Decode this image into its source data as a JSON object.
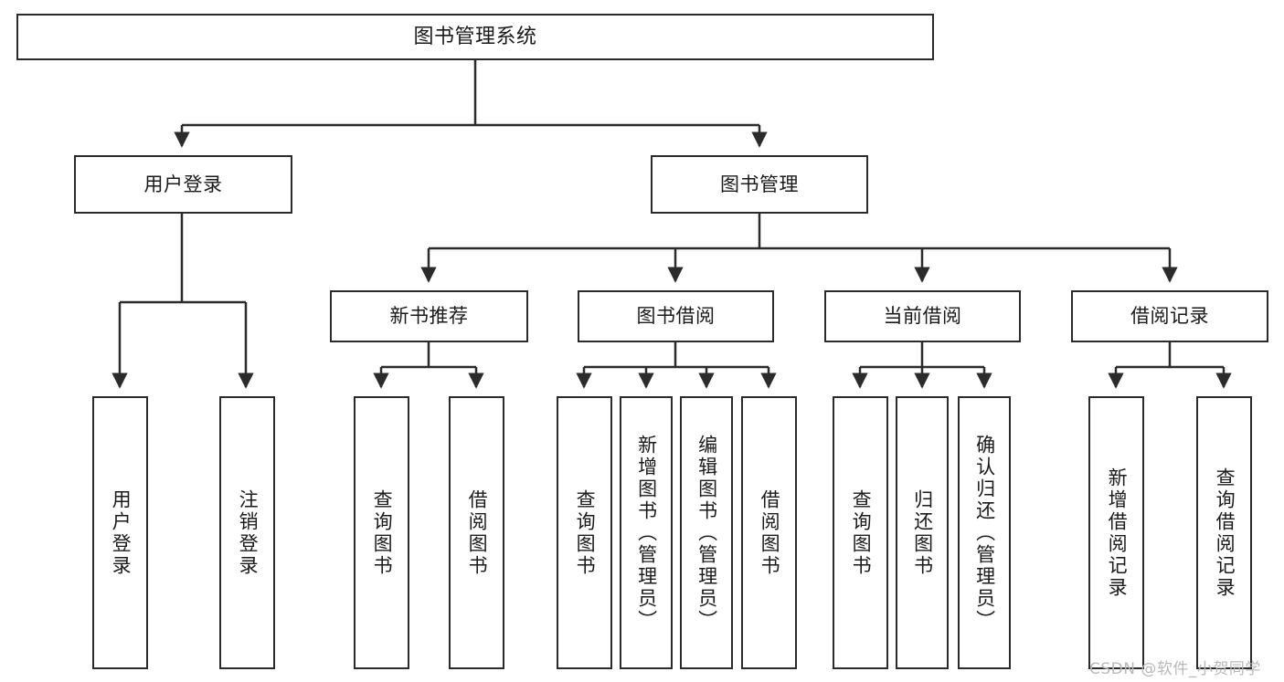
{
  "diagram": {
    "title": "图书管理系统",
    "type": "tree-hierarchy-chart",
    "accent_color": "#2b2b2b",
    "background": "#ffffff",
    "nodes": {
      "root": {
        "label": "图书管理系统"
      },
      "level2": [
        {
          "label": "用户登录"
        },
        {
          "label": "图书管理"
        }
      ],
      "level3": [
        {
          "label": "新书推荐"
        },
        {
          "label": "图书借阅"
        },
        {
          "label": "当前借阅"
        },
        {
          "label": "借阅记录"
        }
      ],
      "leaves": {
        "user_login": [
          {
            "label": "用户登录"
          },
          {
            "label": "注销登录"
          }
        ],
        "new_book": [
          {
            "label": "查询图书"
          },
          {
            "label": "借阅图书"
          }
        ],
        "book_borrow": [
          {
            "label": "查询图书"
          },
          {
            "label": "新增图书（管理员）"
          },
          {
            "label": "编辑图书（管理员）"
          },
          {
            "label": "借阅图书"
          }
        ],
        "current_borrow": [
          {
            "label": "查询图书"
          },
          {
            "label": "归还图书"
          },
          {
            "label": "确认归还（管理员）"
          }
        ],
        "borrow_record": [
          {
            "label": "新增借阅记录"
          },
          {
            "label": "查询借阅记录"
          }
        ]
      }
    }
  },
  "watermark": {
    "text": "CSDN @软件_小贺同学"
  }
}
